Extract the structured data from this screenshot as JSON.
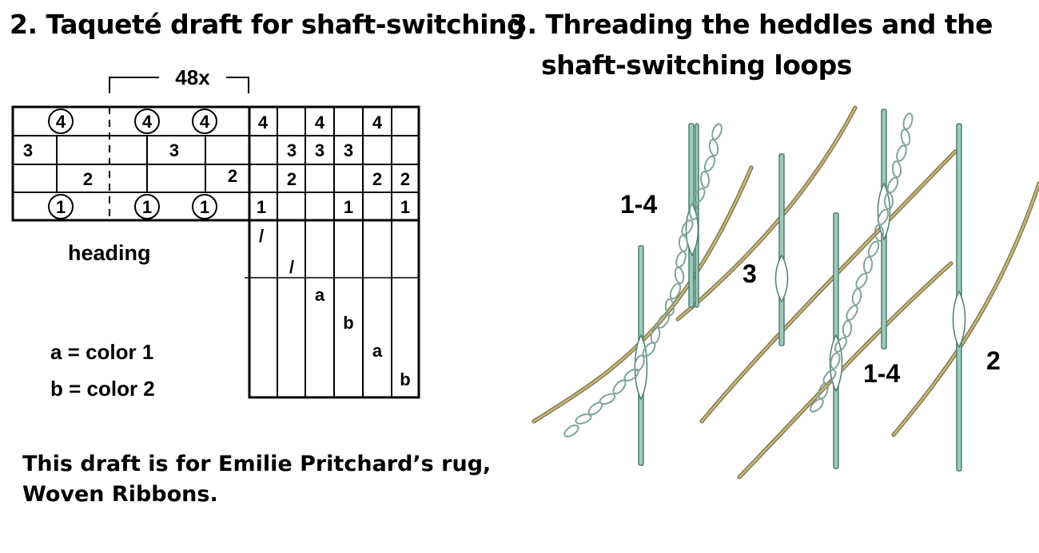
{
  "draft": {
    "title": "2. Taqueté draft for shaft-switching",
    "repeat_label": "48x",
    "heading_label": "heading",
    "threading": {
      "row4": [
        "4",
        "4",
        "4",
        "4",
        "4",
        "4"
      ],
      "row3": [
        "3",
        "3",
        "3",
        "3",
        "3"
      ],
      "row2": [
        "2",
        "2",
        "2",
        "2",
        "2"
      ],
      "row1": [
        "1",
        "1",
        "1",
        "1",
        "1",
        "1"
      ]
    },
    "treadling": {
      "slash1": "/",
      "slash2": "/",
      "a1": "a",
      "b1": "b",
      "a2": "a",
      "b2": "b"
    },
    "legend": {
      "a": "a = color 1",
      "b": "b = color 2"
    },
    "note_line1": "This draft is for Emilie Pritchard’s rug,",
    "note_line2": "Woven Ribbons."
  },
  "illustration": {
    "title_line1": "3. Threading the heddles and the",
    "title_line2": "shaft-switching loops",
    "labels": {
      "left": "1-4",
      "middle": "3",
      "right_pair": "1-4",
      "far_right": "2"
    },
    "colors": {
      "heddle": "#8fbfb0",
      "heddle_outline": "#4d7f72",
      "warp_thread": "#b4a46c",
      "warp_outline": "#6e6236",
      "chain": "#8fb3a8"
    }
  }
}
